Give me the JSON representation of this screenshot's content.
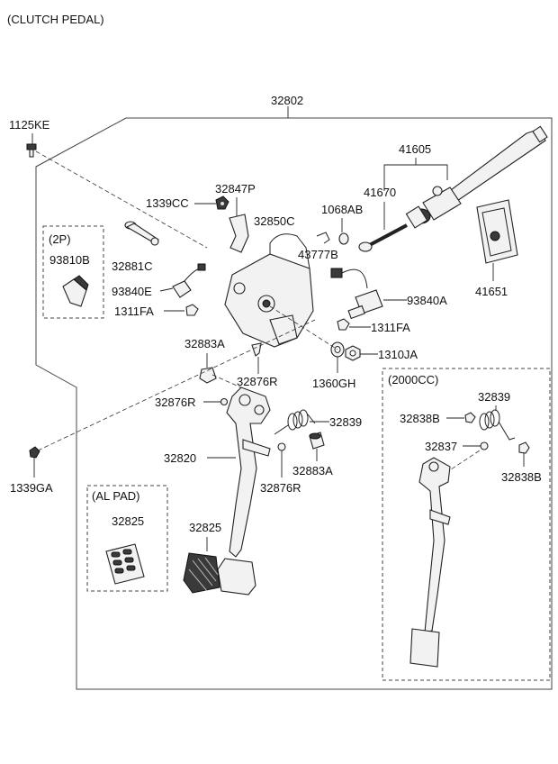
{
  "title": "(CLUTCH PEDAL)",
  "labels": {
    "l32802": "32802",
    "l1125KE": "1125KE",
    "l41605": "41605",
    "l41670": "41670",
    "l1339CC": "1339CC",
    "l32847P": "32847P",
    "l1068AB": "1068AB",
    "l32850C": "32850C",
    "l43777B": "43777B",
    "l41651": "41651",
    "l2P": "(2P)",
    "l93810B": "93810B",
    "l32881C": "32881C",
    "l93840E": "93840E",
    "l93840A": "93840A",
    "l1311FA_left": "1311FA",
    "l1311FA_right": "1311FA",
    "l32883A_top": "32883A",
    "l1310JA": "1310JA",
    "l32876R_top": "32876R",
    "l1360GH": "1360GH",
    "l2000CC": "(2000CC)",
    "l32876R_left": "32876R",
    "l32839_main": "32839",
    "l32839_box": "32839",
    "l32838B_top": "32838B",
    "l32837": "32837",
    "l32838B_bottom": "32838B",
    "l32820": "32820",
    "l32883A_bottom": "32883A",
    "l32876R_bottom": "32876R",
    "l1339GA": "1339GA",
    "lALPAD": "(AL PAD)",
    "l32825_box": "32825",
    "l32825_main": "32825"
  }
}
